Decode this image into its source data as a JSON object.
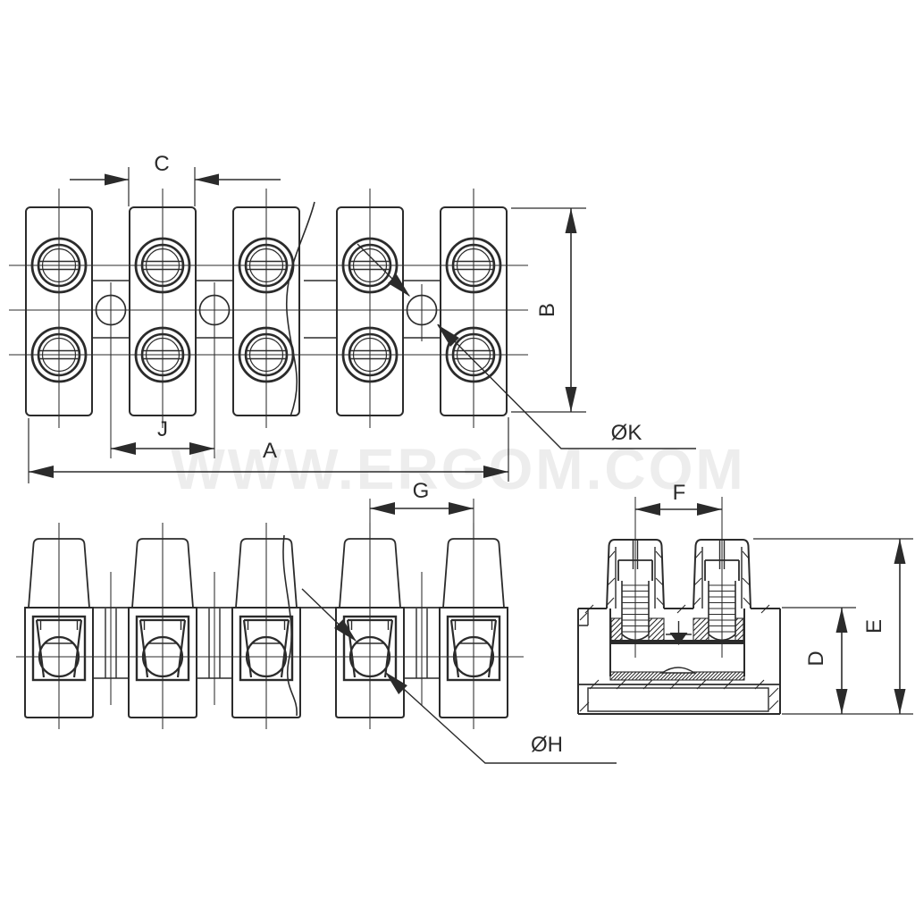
{
  "watermark": {
    "text": "WWW.ERGOM.COM"
  },
  "dimensions": {
    "a": "A",
    "b": "B",
    "c": "C",
    "d": "D",
    "e": "E",
    "f": "F",
    "g": "G",
    "j": "J",
    "k": "ØK",
    "h": "ØH"
  },
  "colors": {
    "line": "#2b2b2b",
    "watermark": "#ededed",
    "background": "#ffffff"
  }
}
